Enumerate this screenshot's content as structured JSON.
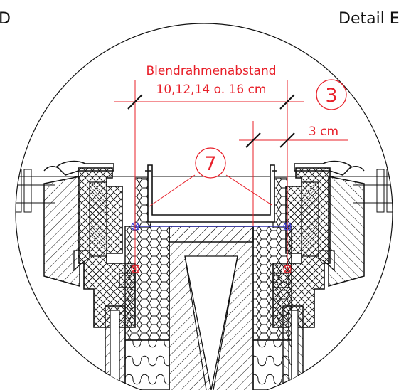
{
  "labels": {
    "detail_left_fragment": "D",
    "detail_right": "Detail E"
  },
  "annotations": {
    "dimension_title": "Blendrahmenabstand",
    "dimension_values": "10,12,14 o. 16 cm",
    "offset": "3 cm",
    "callout_3": "3",
    "callout_7": "7"
  },
  "colors": {
    "annotation": "#e8202a",
    "linework": "#111111",
    "anchor_marker": "#3b3bd6",
    "background": "#ffffff"
  }
}
